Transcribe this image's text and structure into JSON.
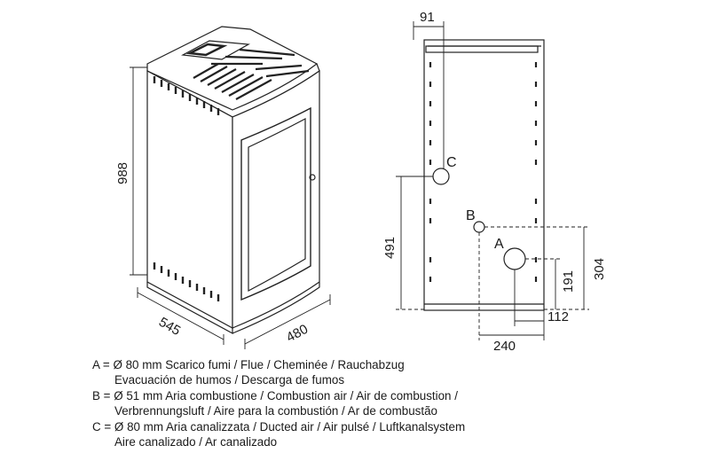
{
  "dimensions": {
    "height_total": "988",
    "depth_base": "545",
    "width_base": "480",
    "top_offset": "91",
    "height_c": "491",
    "height_a_total": "304",
    "height_a": "191",
    "offset_a": "112",
    "offset_b": "240"
  },
  "connections": {
    "a_letter": "A",
    "b_letter": "B",
    "c_letter": "C"
  },
  "legend": [
    {
      "line1": "A = Ø 80 mm  Scarico fumi / Flue / Cheminée / Rauchabzug",
      "line2": "Evacuación de humos / Descarga de fumos"
    },
    {
      "line1": "B = Ø 51 mm  Aria combustione / Combustion air / Air de combustion /",
      "line2": "Verbrennungsluft / Aire para la combustión / Ar de combustão"
    },
    {
      "line1": "C = Ø 80 mm  Aria canalizzata / Ducted air / Air pulsé / Luftkanalsystem",
      "line2": "Aire canalizado / Ar canalizado"
    }
  ]
}
